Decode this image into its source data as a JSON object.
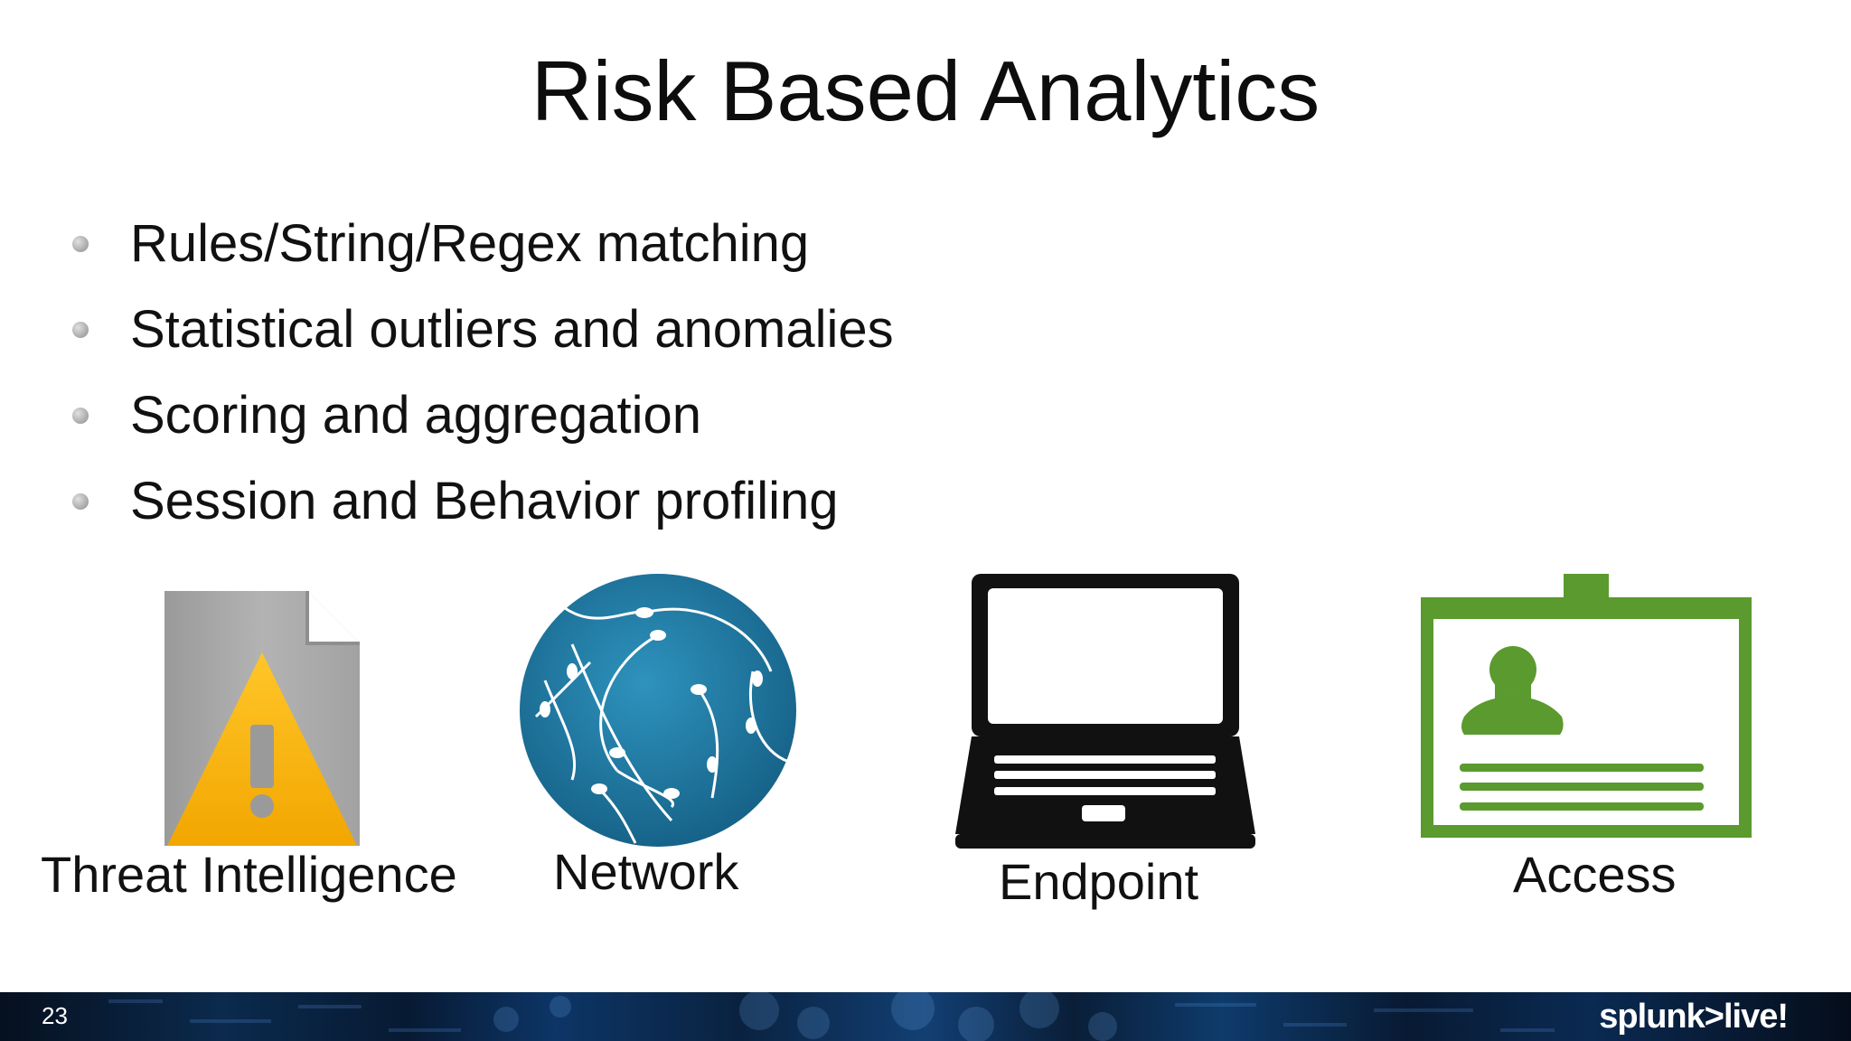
{
  "slide": {
    "title": "Risk Based Analytics",
    "bullets": [
      "Rules/String/Regex matching",
      "Statistical outliers and anomalies",
      "Scoring and aggregation",
      "Session and Behavior profiling"
    ],
    "icons": [
      {
        "label": "Threat Intelligence",
        "icon": "warning-document-icon"
      },
      {
        "label": "Network",
        "icon": "globe-network-icon"
      },
      {
        "label": "Endpoint",
        "icon": "laptop-icon"
      },
      {
        "label": "Access",
        "icon": "id-badge-icon"
      }
    ],
    "page_number": "23",
    "brand": "splunk>live!"
  },
  "colors": {
    "warning_yellow": "#f7b500",
    "document_gray": "#a8a8a8",
    "globe_blue": "#1d7aa3",
    "laptop_black": "#111111",
    "badge_green": "#5a9a2e"
  }
}
